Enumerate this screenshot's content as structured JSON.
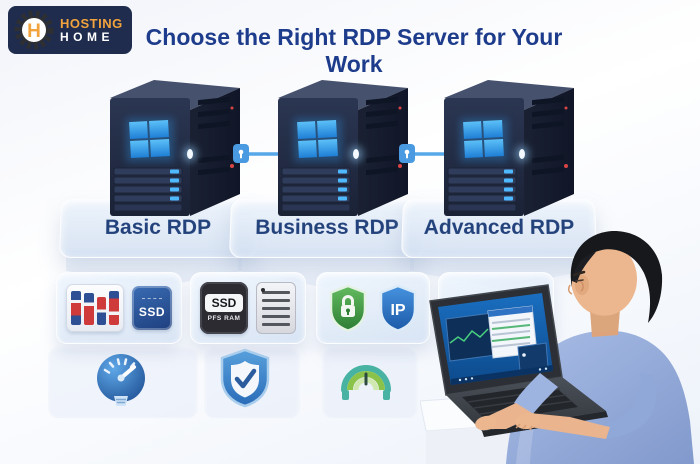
{
  "logo": {
    "monogram": "H",
    "brand_top": "HOSTING",
    "brand_bottom": "HOME",
    "accent_color": "#F2A33C",
    "bg_color": "#1F2C4E"
  },
  "header": {
    "title": "Choose the Right RDP Server for Your Work",
    "title_color": "#1E3C8C"
  },
  "servers": [
    {
      "label": "Basic RDP",
      "os_icon": "windows-logo"
    },
    {
      "label": "Business RDP",
      "os_icon": "windows-logo"
    },
    {
      "label": "Advanced RDP",
      "os_icon": "windows-logo"
    }
  ],
  "connectors": {
    "icon": "lock-node-icon",
    "color": "#56A8E8"
  },
  "features": [
    {
      "name": "fast-ssd-storage",
      "icons": [
        "disk-array-icon",
        "ssd-chip-icon"
      ],
      "chip_label": "SSD"
    },
    {
      "name": "ssd-and-ram",
      "icons": [
        "ssd-ram-chip-icon",
        "ram-module-icon"
      ],
      "chip_label": "SSD",
      "chip_sublabel": "PFS RAM"
    },
    {
      "name": "secure-dedicated-ip",
      "icons": [
        "lock-shield-icon",
        "ip-shield-icon"
      ],
      "shield_label": "IP"
    },
    {
      "name": "high-speed-performance",
      "icons": [
        "speedometer-icon"
      ]
    }
  ],
  "badges": [
    {
      "name": "performance-gauge-badge"
    },
    {
      "name": "security-shield-check-badge"
    },
    {
      "name": "uptime-arch-gauge-badge"
    }
  ],
  "colors": {
    "server_navy": "#232D48",
    "platform_glass": "#DCE6F4"
  }
}
